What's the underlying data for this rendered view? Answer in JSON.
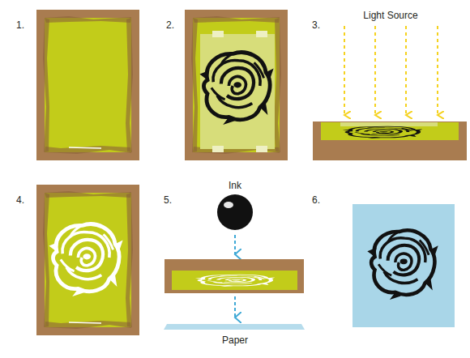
{
  "diagram": {
    "labels": [
      "1.",
      "2.",
      "3.",
      "Light Source",
      "4.",
      "5.",
      "Ink",
      "Paper",
      "6."
    ]
  }
}
